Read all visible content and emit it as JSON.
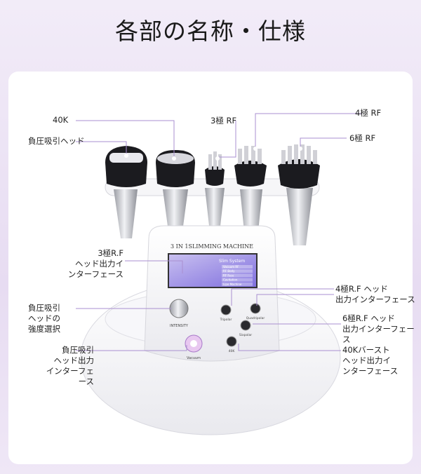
{
  "title": "各部の名称・仕様",
  "labels": {
    "k40": "40K",
    "suction_head": "負圧吸引ヘッド",
    "rf3": "3極 RF",
    "rf4": "4極 RF",
    "rf6": "6極 RF",
    "rf3_output": "3極R.F\nヘッド出力イ\nンターフェース",
    "rf4_output": "4極R.F ヘッド\n出力インターフェース",
    "suction_strength": "負圧吸引\nヘッドの\n強度選択",
    "rf6_output": "6極R.F ヘッド\n出力インターフェース",
    "suction_output": "負圧吸引\nヘッド出力\nインターフェ\nース",
    "burst40k_output": "40Kバースト\nヘッド出力イ\nンターフェース"
  },
  "machine": {
    "brand_label": "3 IN 1SLIMMING MACHINE",
    "screen_title": "Slim System",
    "screen_menu": [
      "Vacuum RF",
      "RF Body",
      "RF Face",
      "Cavitation",
      "Lipo Machine"
    ],
    "knob_label": "INTENSITY",
    "port_labels": [
      "Tripolar",
      "Sixpolar",
      "Quadripolar",
      "40K"
    ],
    "suction_port_label": "Vacuum",
    "colors": {
      "accent": "#b07fd6",
      "screen_bg": "#8f7fe6",
      "line": "#a98fd0"
    }
  }
}
